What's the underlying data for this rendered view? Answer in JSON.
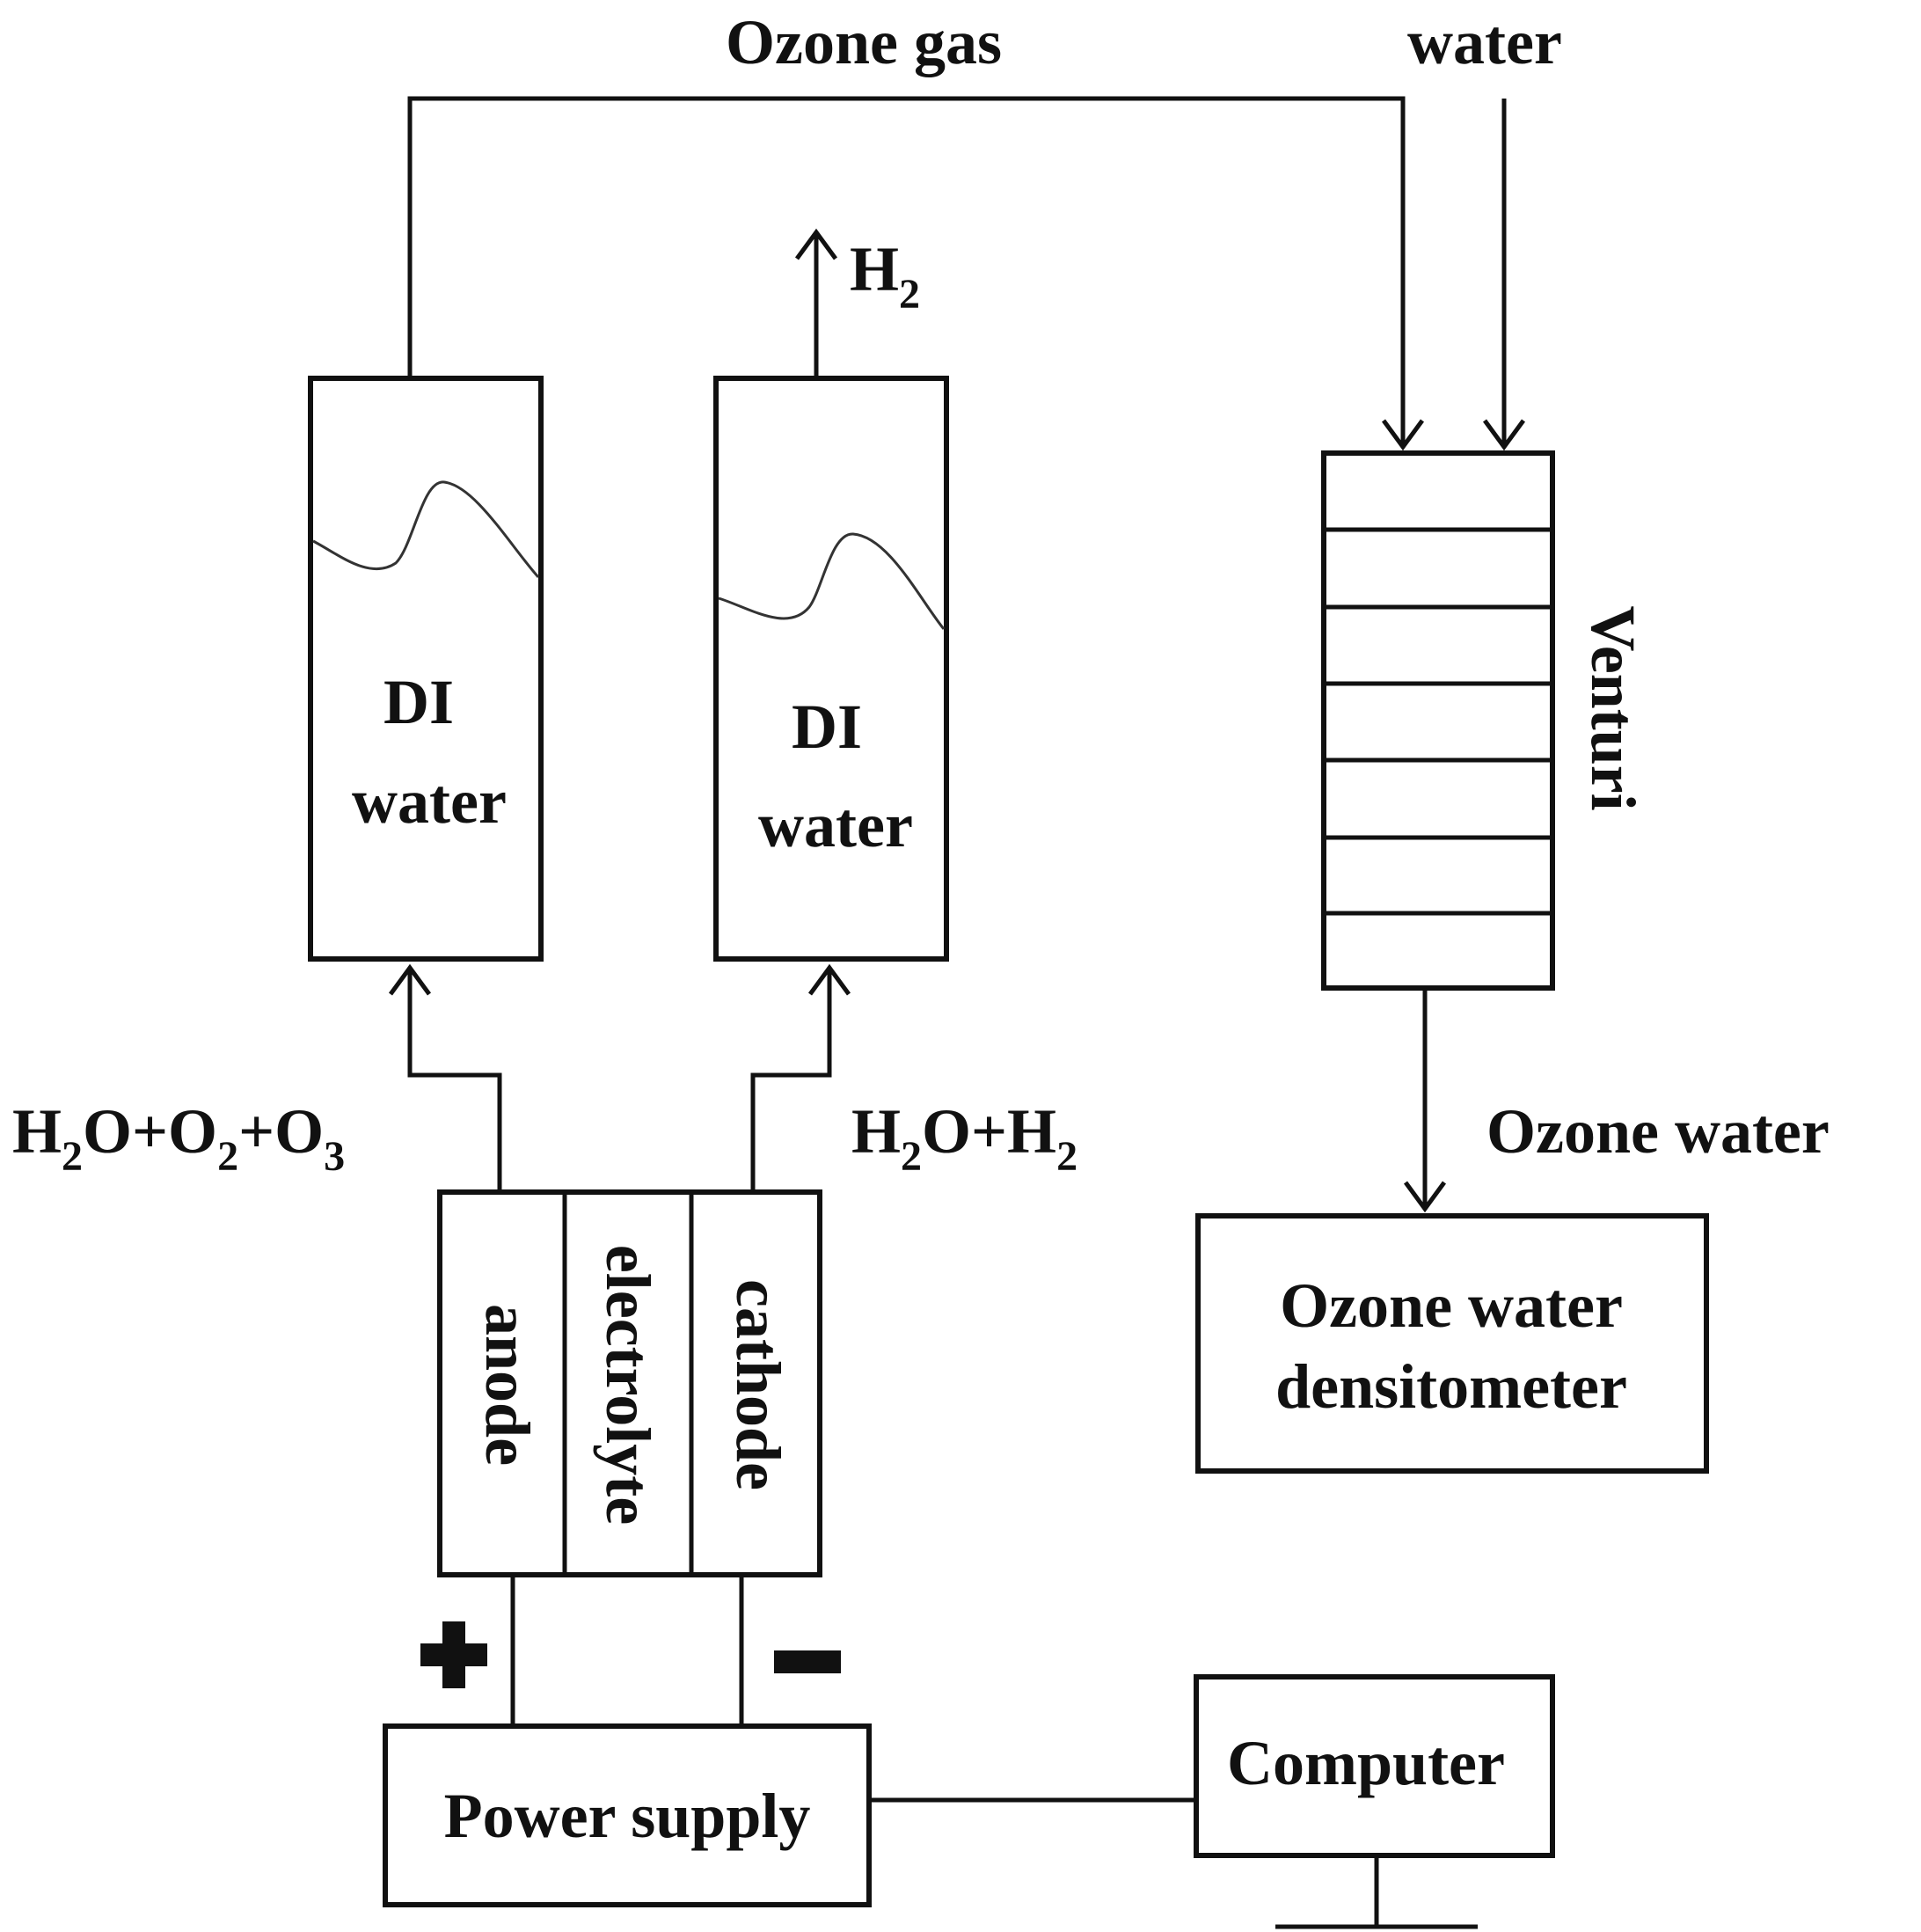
{
  "labels": {
    "ozone_gas": "Ozone gas",
    "water_in": "water",
    "h2_out": "H",
    "h2_out_sub": "2",
    "di_water_left_1": "DI",
    "di_water_left_2": "water",
    "di_water_right_1": "DI",
    "di_water_right_2": "water",
    "venturi": "Venturi",
    "anode_products": {
      "part1": "H",
      "sub1": "2",
      "part2": "O+O",
      "sub2": "2",
      "part3": "+O",
      "sub3": "3"
    },
    "cathode_products": {
      "part1": "H",
      "sub1": "2",
      "part2": "O+H",
      "sub2": "2"
    },
    "ozone_water": "Ozone water",
    "anode": "anode",
    "electrolyte": "electrolyte",
    "cathode": "cathode",
    "densitometer_1": "Ozone water",
    "densitometer_2": "densitometer",
    "power_supply": "Power supply",
    "computer": "Computer"
  },
  "colors": {
    "ink": "#111111",
    "background": "#ffffff"
  },
  "icons": {
    "positive_terminal": "plus-icon",
    "negative_terminal": "minus-icon"
  }
}
